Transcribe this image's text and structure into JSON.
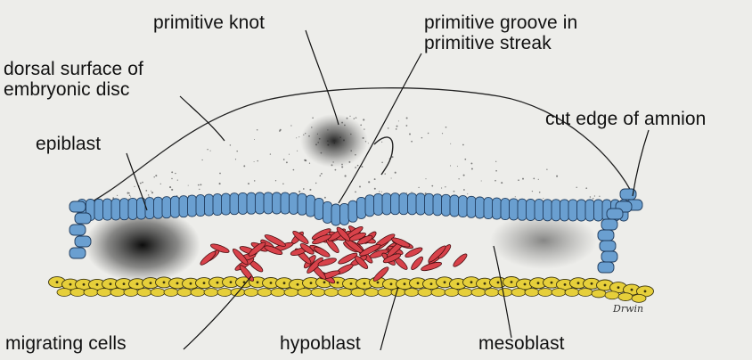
{
  "labels": {
    "primitive_knot": "primitive knot",
    "primitive_groove_line1": "primitive groove in",
    "primitive_groove_line2": "primitive streak",
    "dorsal_surface_line1": "dorsal surface of",
    "dorsal_surface_line2": "embryonic disc",
    "cut_edge": "cut edge of amnion",
    "epiblast": "epiblast",
    "migrating_cells": "migrating cells",
    "hypoblast": "hypoblast",
    "mesoblast": "mesoblast"
  },
  "signature": "Drwin",
  "colors": {
    "background": "#ededea",
    "epiblast_blue": "#6a9fd0",
    "epiblast_outline": "#1f3b5c",
    "mesoblast_red": "#d8424a",
    "hypoblast_yellow": "#e6cf3a",
    "stipple": "#222222"
  }
}
